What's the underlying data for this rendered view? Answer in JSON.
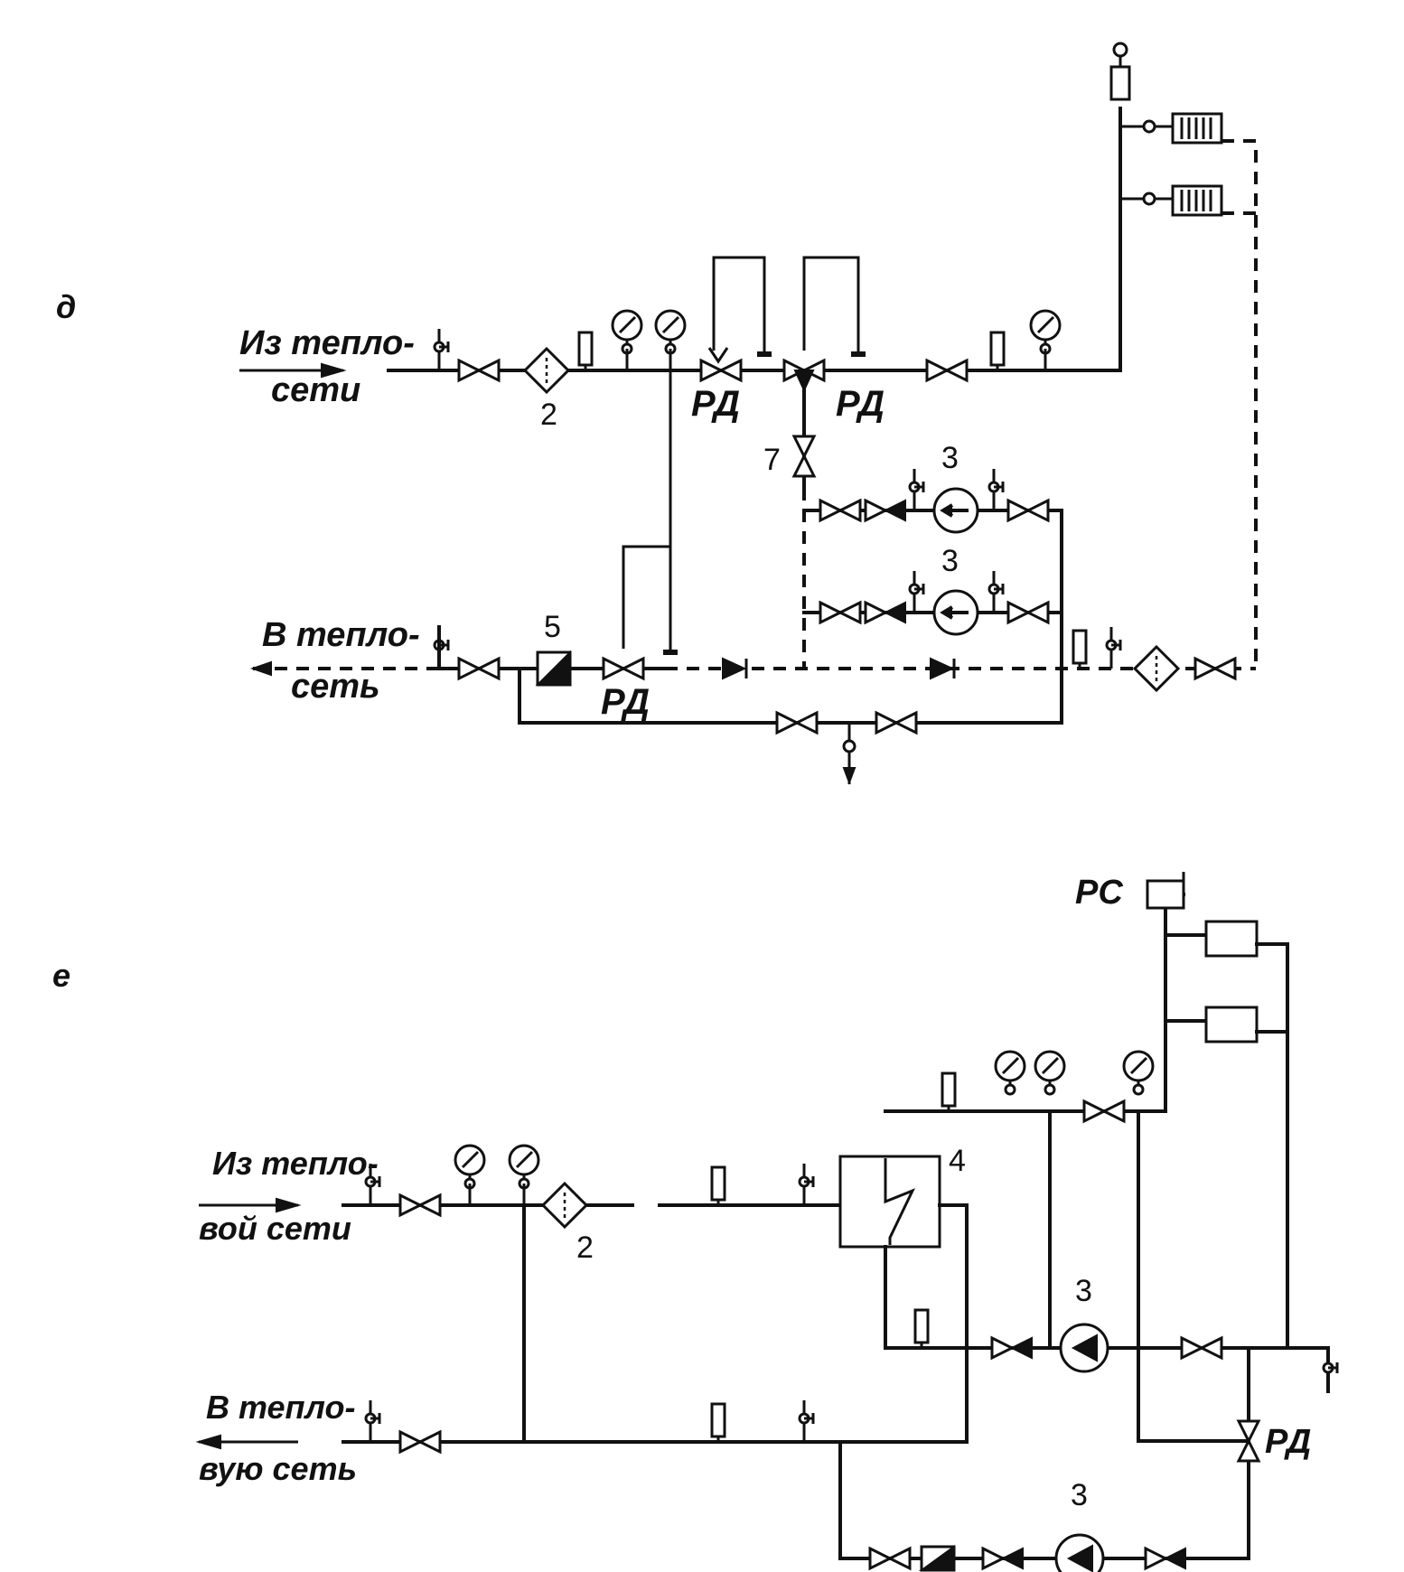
{
  "panel_d": {
    "panel_label": "д",
    "supply_label_1": "Из тепло-",
    "supply_label_2": "сети",
    "return_label_1": "В тепло-",
    "return_label_2": "сеть",
    "rd_label_1": "РД",
    "rd_label_2": "РД",
    "rd_label_3": "РД",
    "num_2": "2",
    "num_5": "5",
    "num_7": "7",
    "num_3a": "3",
    "num_3b": "3"
  },
  "panel_e": {
    "panel_label": "е",
    "supply_label_1": "Из тепло-",
    "supply_label_2": "вой сети",
    "return_label_1": "В тепло-",
    "return_label_2": "вую сеть",
    "rs_label": "РС",
    "rd_label": "РД",
    "num_2": "2",
    "num_4": "4",
    "num_3a": "3",
    "num_3b": "3"
  }
}
